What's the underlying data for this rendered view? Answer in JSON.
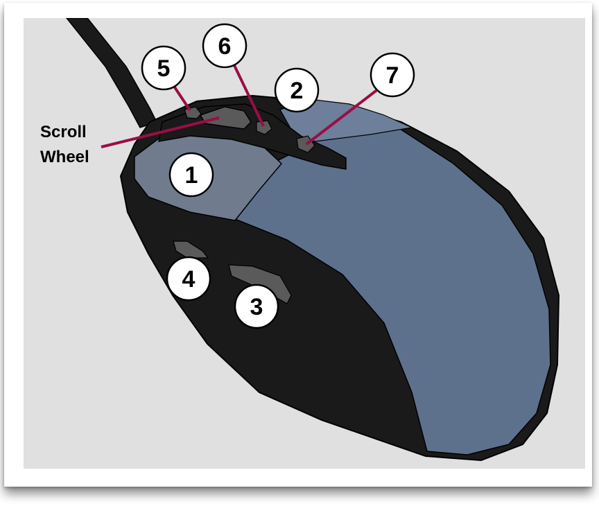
{
  "callouts": [
    {
      "id": "1",
      "label": "1"
    },
    {
      "id": "2",
      "label": "2"
    },
    {
      "id": "3",
      "label": "3"
    },
    {
      "id": "4",
      "label": "4"
    },
    {
      "id": "5",
      "label": "5"
    },
    {
      "id": "6",
      "label": "6"
    },
    {
      "id": "7",
      "label": "7"
    }
  ],
  "scroll_wheel_label": {
    "line1": "Scroll",
    "line2": "Wheel"
  },
  "colors": {
    "background": "#e0e0e0",
    "mouse_body": "#1a1a1a",
    "mouse_top": "#5d718d",
    "left_button": "#707b8d",
    "small_buttons": "#5a5a5a",
    "leader_lines": "#9b0d45"
  }
}
